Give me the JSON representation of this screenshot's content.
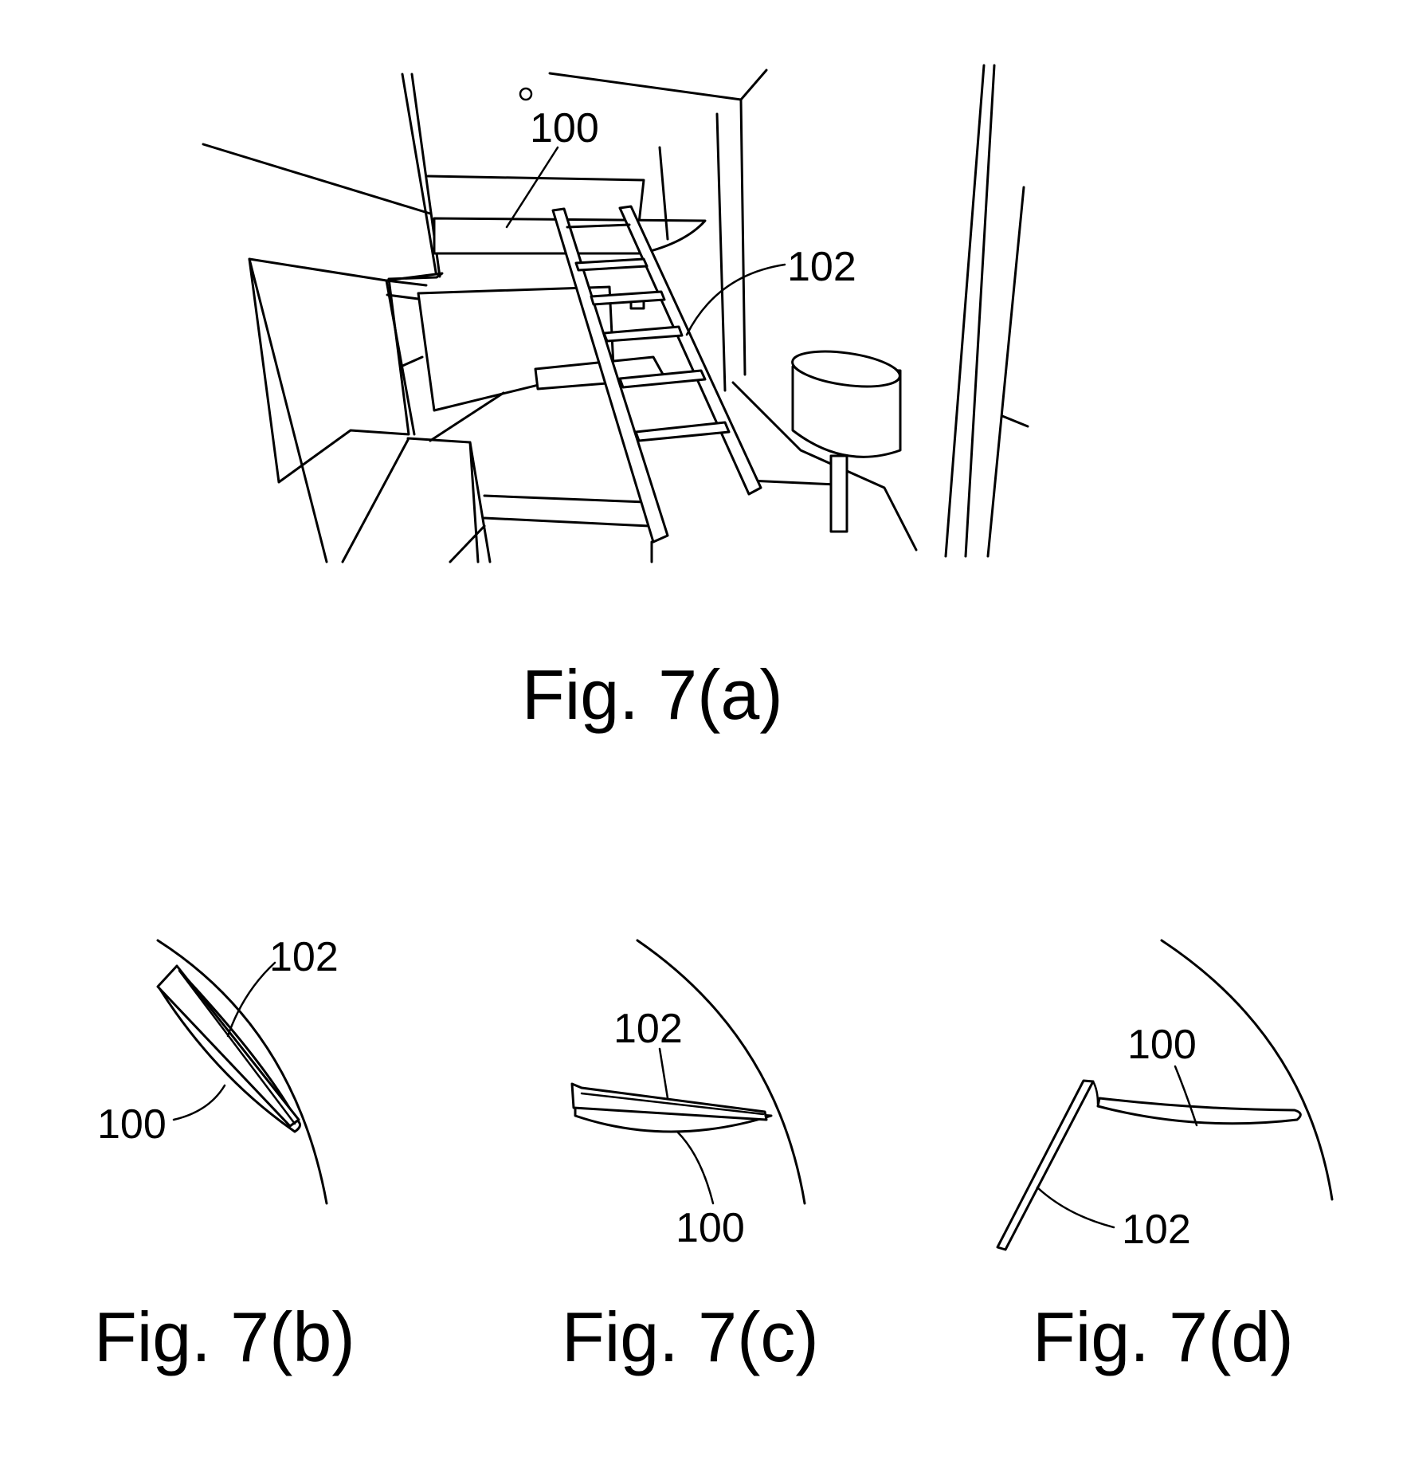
{
  "figures": {
    "a": {
      "caption": "Fig. 7(a)",
      "ref_100": "100",
      "ref_102": "102"
    },
    "b": {
      "caption": "Fig. 7(b)",
      "ref_102": "102",
      "ref_100": "100"
    },
    "c": {
      "caption": "Fig. 7(c)",
      "ref_102": "102",
      "ref_100": "100"
    },
    "d": {
      "caption": "Fig. 7(d)",
      "ref_100": "100",
      "ref_102": "102"
    }
  },
  "colors": {
    "ink": "#000000",
    "paper": "#ffffff"
  }
}
